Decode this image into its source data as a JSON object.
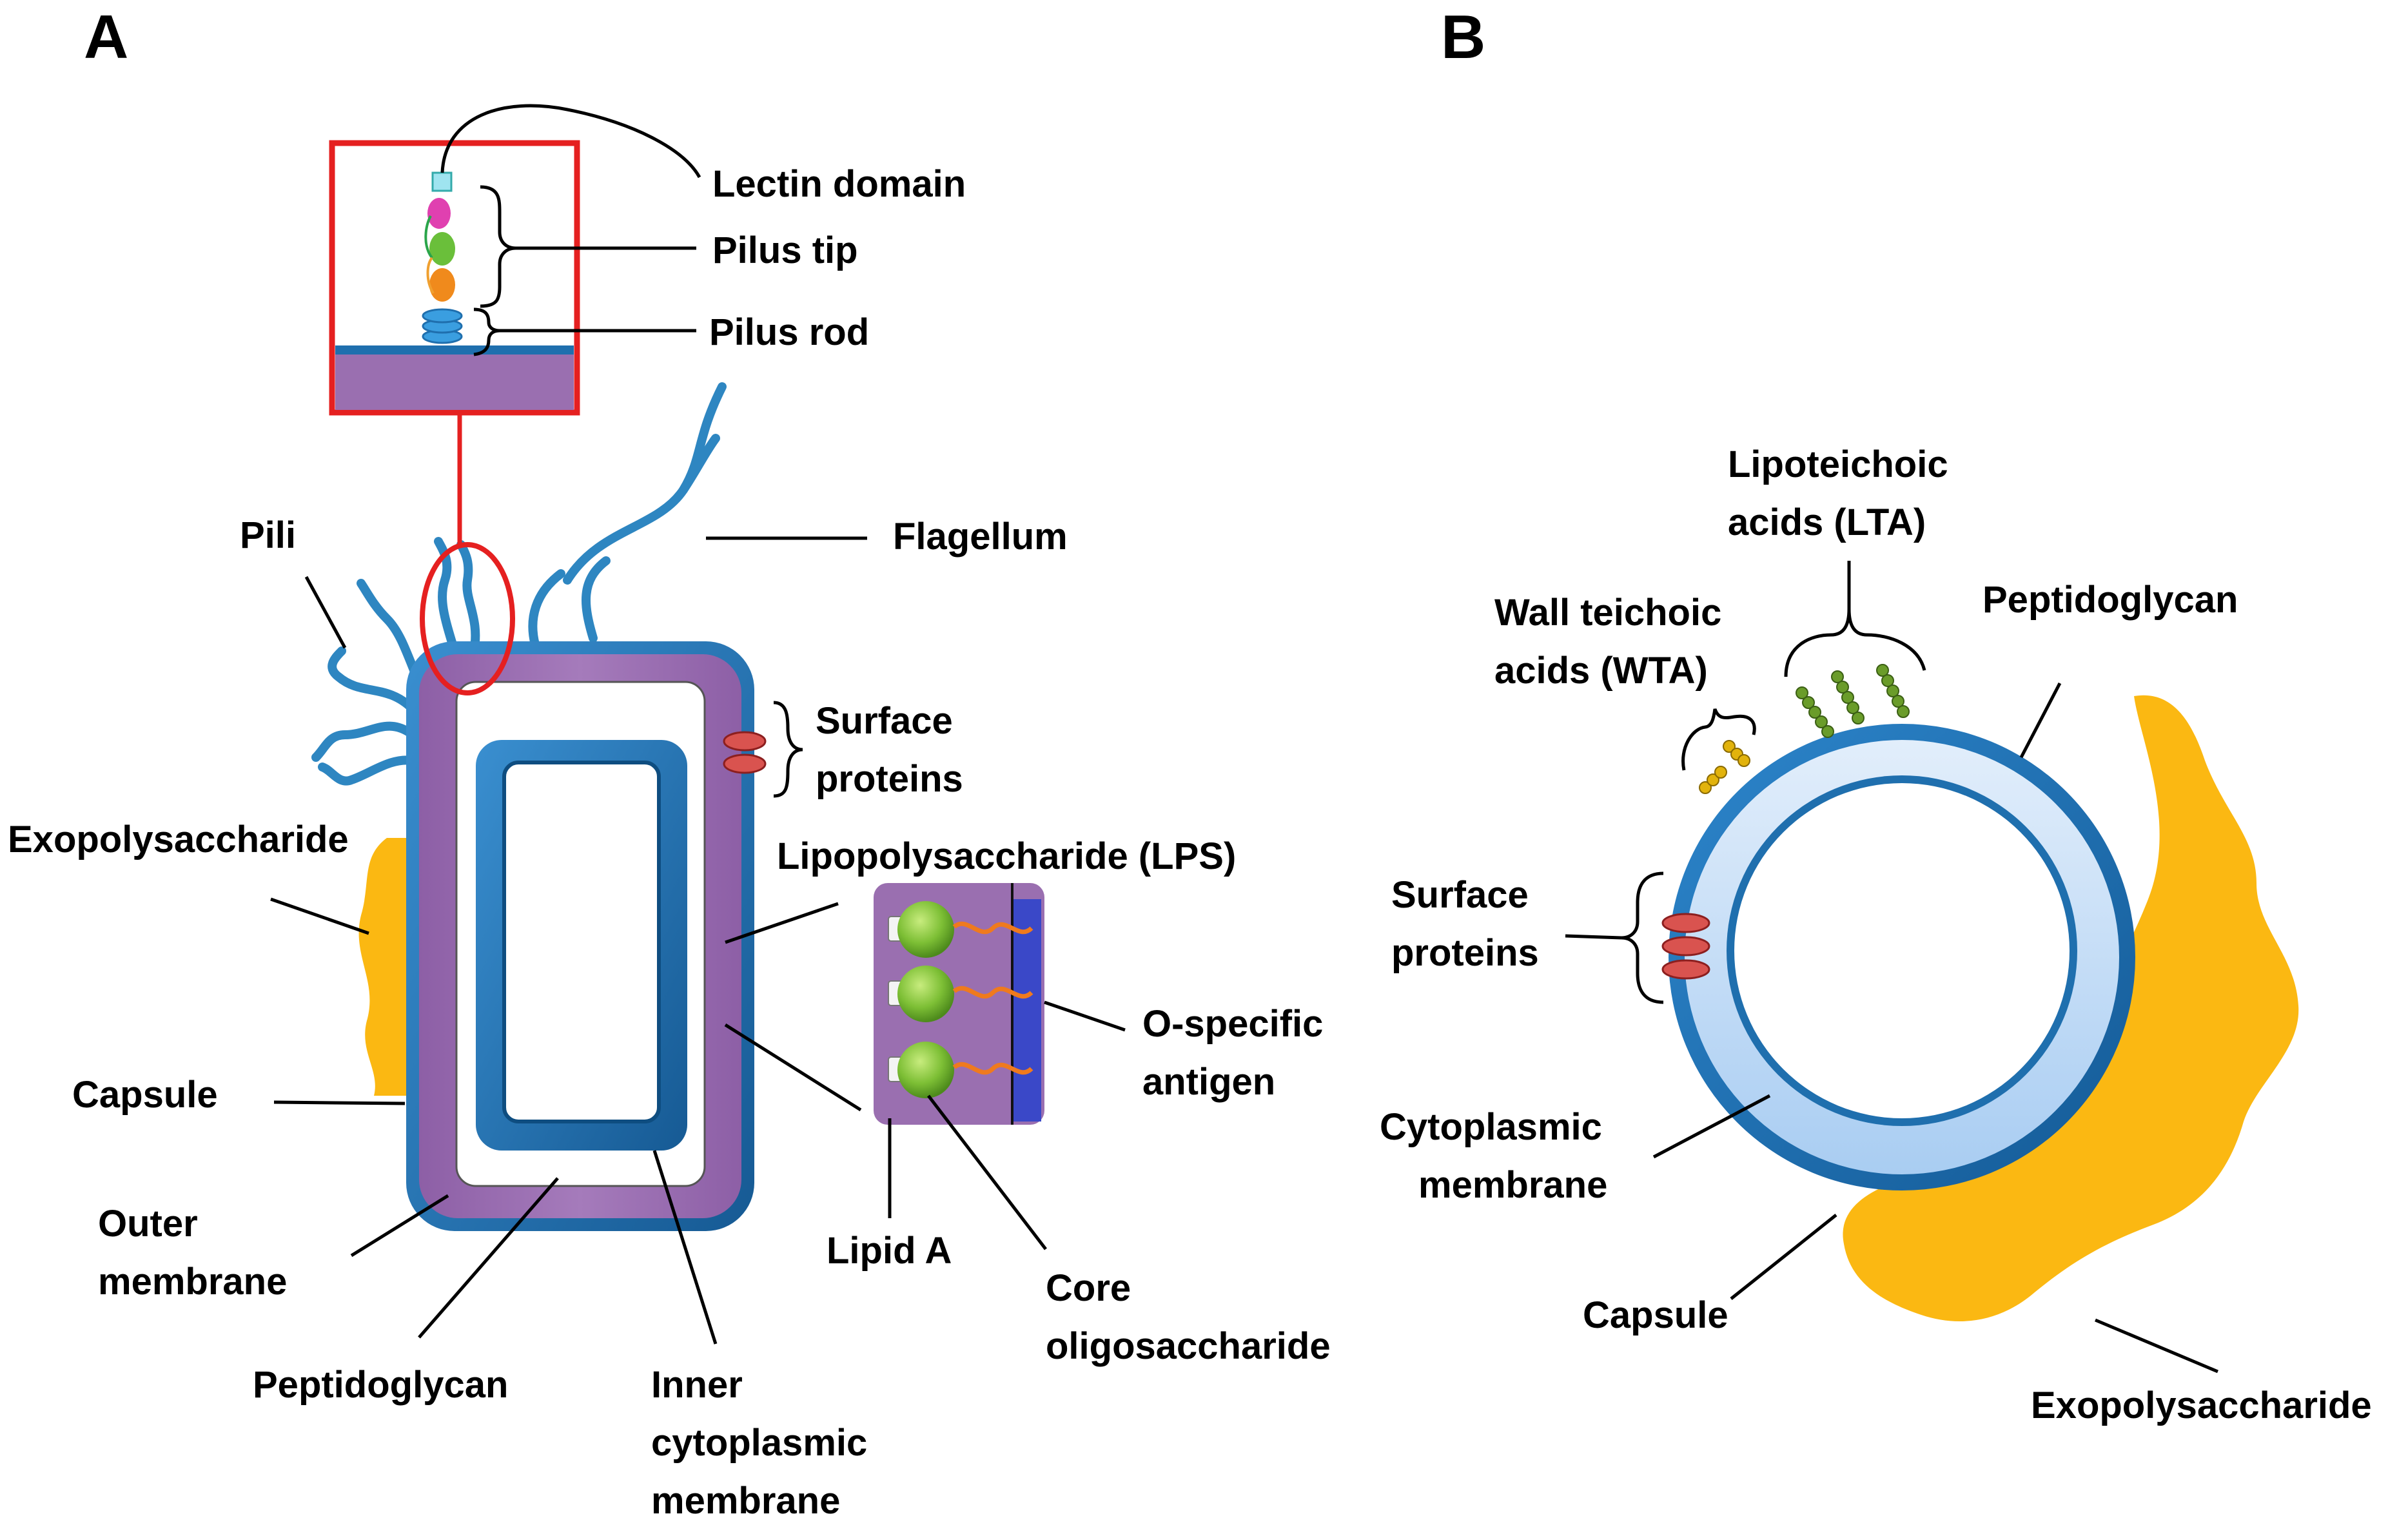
{
  "panel_a": {
    "letter": "A",
    "labels": {
      "lectin_domain": "Lectin domain",
      "pilus_tip": "Pilus tip",
      "pilus_rod": "Pilus rod",
      "pili": "Pili",
      "flagellum": "Flagellum",
      "surface_proteins_1": "Surface",
      "surface_proteins_2": "proteins",
      "exopolysaccharide": "Exopolysaccharide",
      "lps": "Lipopolysaccharide (LPS)",
      "o_antigen_1": "O-specific",
      "o_antigen_2": "antigen",
      "capsule": "Capsule",
      "outer_membrane_1": "Outer",
      "outer_membrane_2": "membrane",
      "lipid_a": "Lipid A",
      "core_1": "Core",
      "core_2": "oligosaccharide",
      "peptidoglycan": "Peptidoglycan",
      "inner_1": "Inner",
      "inner_2": "cytoplasmic",
      "inner_3": "membrane"
    }
  },
  "panel_b": {
    "letter": "B",
    "labels": {
      "lta_1": "Lipoteichoic",
      "lta_2": "acids (LTA)",
      "wta_1": "Wall teichoic",
      "wta_2": "acids (WTA)",
      "peptidoglycan": "Peptidoglycan",
      "surface_proteins_1": "Surface",
      "surface_proteins_2": "proteins",
      "cytoplasmic_1": "Cytoplasmic",
      "cytoplasmic_2": "membrane",
      "capsule": "Capsule",
      "exopolysaccharide": "Exopolysaccharide"
    }
  },
  "colors": {
    "membrane_blue": "#1f6fae",
    "pilus_blue": "#2e86c1",
    "purple": "#9a6fb0",
    "exopolysaccharide": "#fbb812",
    "callout_red": "#e52020",
    "lps_green": "#74b72e",
    "o_chain_orange": "#ef7a1e",
    "o_antigen_band": "#3a48c8",
    "surface_protein": "#d9534f",
    "wta_yellow": "#e2b30c",
    "lta_green": "#6a9c2a",
    "cell_interior_b": "#cfe2f7"
  }
}
